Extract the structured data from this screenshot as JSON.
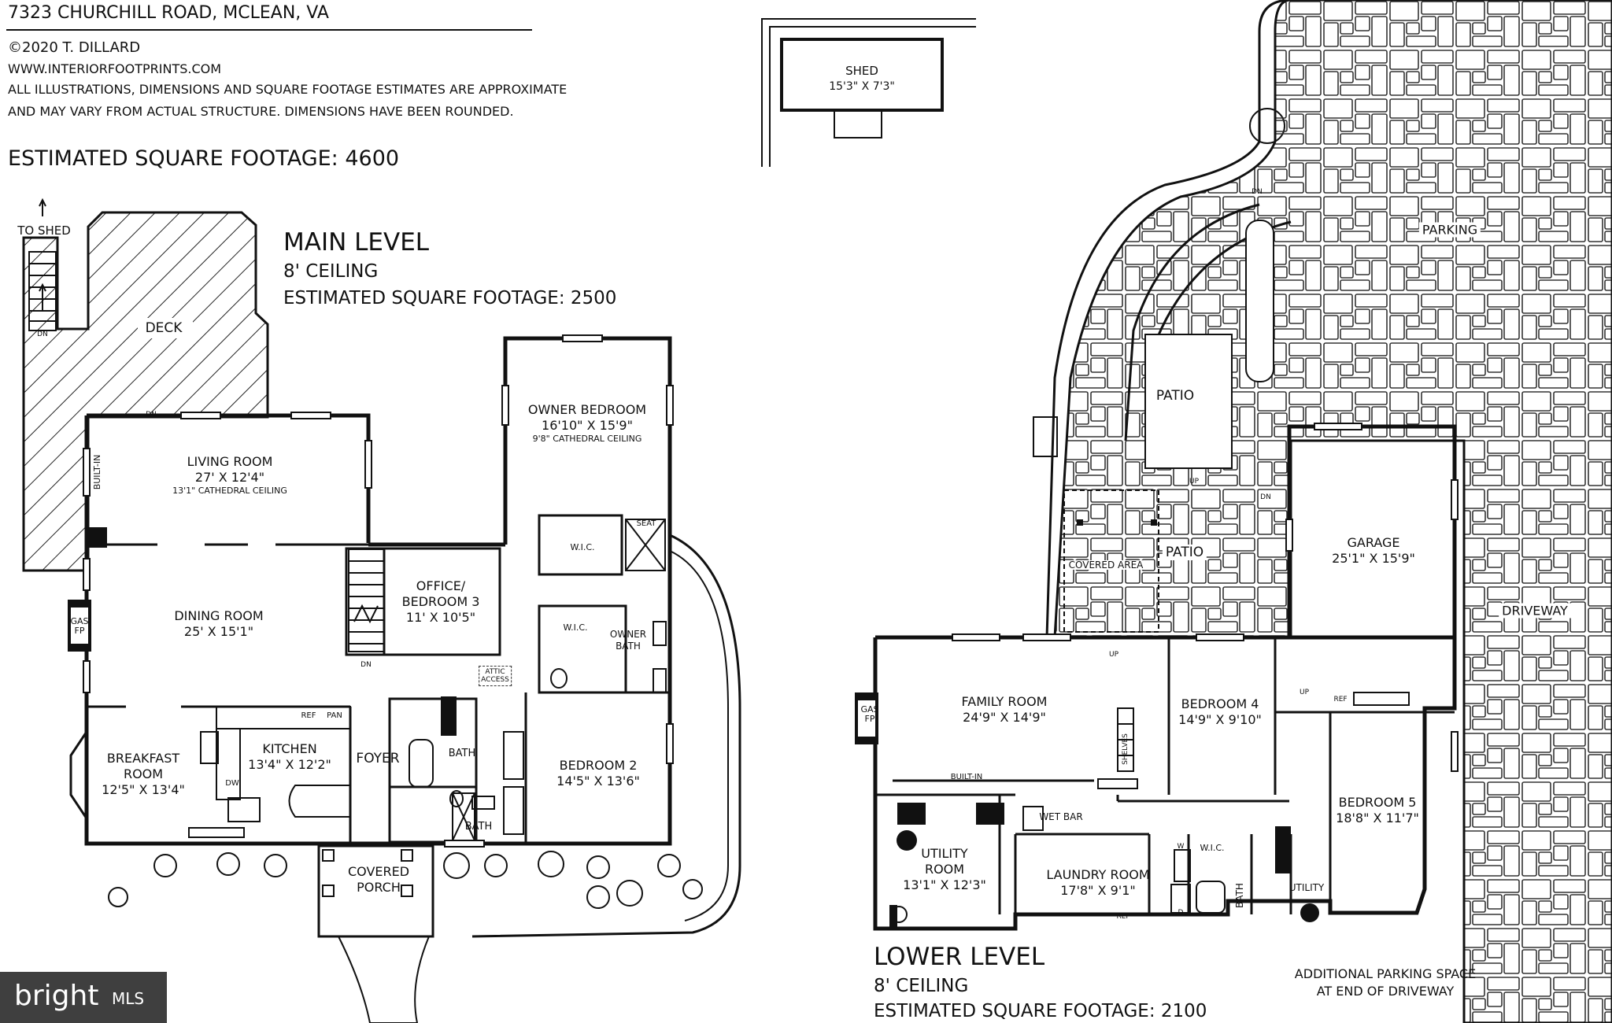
{
  "header": {
    "address": "7323 CHURCHILL ROAD, MCLEAN, VA",
    "copyright": "©2020 T. DILLARD",
    "website": "WWW.INTERIORFOOTPRINTS.COM",
    "disclaimer_1": "ALL ILLUSTRATIONS, DIMENSIONS AND SQUARE FOOTAGE ESTIMATES ARE APPROXIMATE",
    "disclaimer_2": "AND MAY VARY FROM ACTUAL STRUCTURE. DIMENSIONS HAVE BEEN ROUNDED.",
    "total_sqft": "ESTIMATED SQUARE FOOTAGE: 4600"
  },
  "main_level": {
    "title": "MAIN LEVEL",
    "ceiling": "8' CEILING",
    "sqft": "ESTIMATED SQUARE FOOTAGE: 2500",
    "rooms": {
      "living": {
        "name": "LIVING ROOM",
        "dim": "27' X 12'4\"",
        "note": "13'1\" CATHEDRAL CEILING"
      },
      "owner_bed": {
        "name": "OWNER BEDROOM",
        "dim": "16'10\" X 15'9\"",
        "note": "9'8\" CATHEDRAL CEILING"
      },
      "dining": {
        "name": "DINING ROOM",
        "dim": "25' X 15'1\""
      },
      "office": {
        "name": "OFFICE/",
        "name2": "BEDROOM 3",
        "dim": "11' X 10'5\""
      },
      "breakfast": {
        "name": "BREAKFAST",
        "name2": "ROOM",
        "dim": "12'5\" X 13'4\""
      },
      "kitchen": {
        "name": "KITCHEN",
        "dim": "13'4\" X 12'2\""
      },
      "bedroom2": {
        "name": "BEDROOM 2",
        "dim": "14'5\" X 13'6\""
      },
      "foyer": {
        "name": "FOYER"
      },
      "porch": {
        "name": "COVERED",
        "name2": "PORCH"
      },
      "deck": {
        "name": "DECK"
      }
    },
    "labels": {
      "to_shed": "TO SHED",
      "dn": "DN",
      "built_in": "BUILT-IN",
      "gas": "GAS",
      "fp": "FP",
      "wic": "W.I.C.",
      "seat": "SEAT",
      "owner_bath": "OWNER",
      "owner_bath2": "BATH",
      "attic": "ATTIC",
      "attic2": "ACCESS",
      "bath": "BATH",
      "ref": "REF",
      "pan": "PAN",
      "dw": "DW"
    }
  },
  "shed": {
    "name": "SHED",
    "dim": "15'3\" X 7'3\""
  },
  "lower_level": {
    "title": "LOWER LEVEL",
    "ceiling": "8' CEILING",
    "sqft": "ESTIMATED SQUARE FOOTAGE: 2100",
    "rooms": {
      "family": {
        "name": "FAMILY ROOM",
        "dim": "24'9\" X 14'9\""
      },
      "bedroom4": {
        "name": "BEDROOM 4",
        "dim": "14'9\" X 9'10\""
      },
      "garage": {
        "name": "GARAGE",
        "dim": "25'1\" X 15'9\""
      },
      "bedroom5": {
        "name": "BEDROOM 5",
        "dim": "18'8\" X 11'7\""
      },
      "utility_room": {
        "name": "UTILITY",
        "name2": "ROOM",
        "dim": "13'1\" X 12'3\""
      },
      "laundry": {
        "name": "LAUNDRY ROOM",
        "dim": "17'8\" X 9'1\""
      }
    },
    "labels": {
      "patio": "PATIO",
      "covered_area": "COVERED AREA",
      "parking": "PARKING",
      "driveway": "DRIVEWAY",
      "wet_bar": "WET BAR",
      "built_in": "BUILT-IN",
      "shelves": "SHELVES",
      "utility": "UTILITY",
      "bath": "BATH",
      "wic": "W.I.C.",
      "up": "UP",
      "dn": "DN",
      "ref": "REF",
      "gas": "GAS",
      "fp": "FP",
      "w": "W",
      "d": "D"
    },
    "additional_parking": "ADDITIONAL PARKING SPACE",
    "additional_parking2": "AT END OF DRIVEWAY"
  },
  "badge": {
    "brand": "bright",
    "mls": "MLS"
  }
}
